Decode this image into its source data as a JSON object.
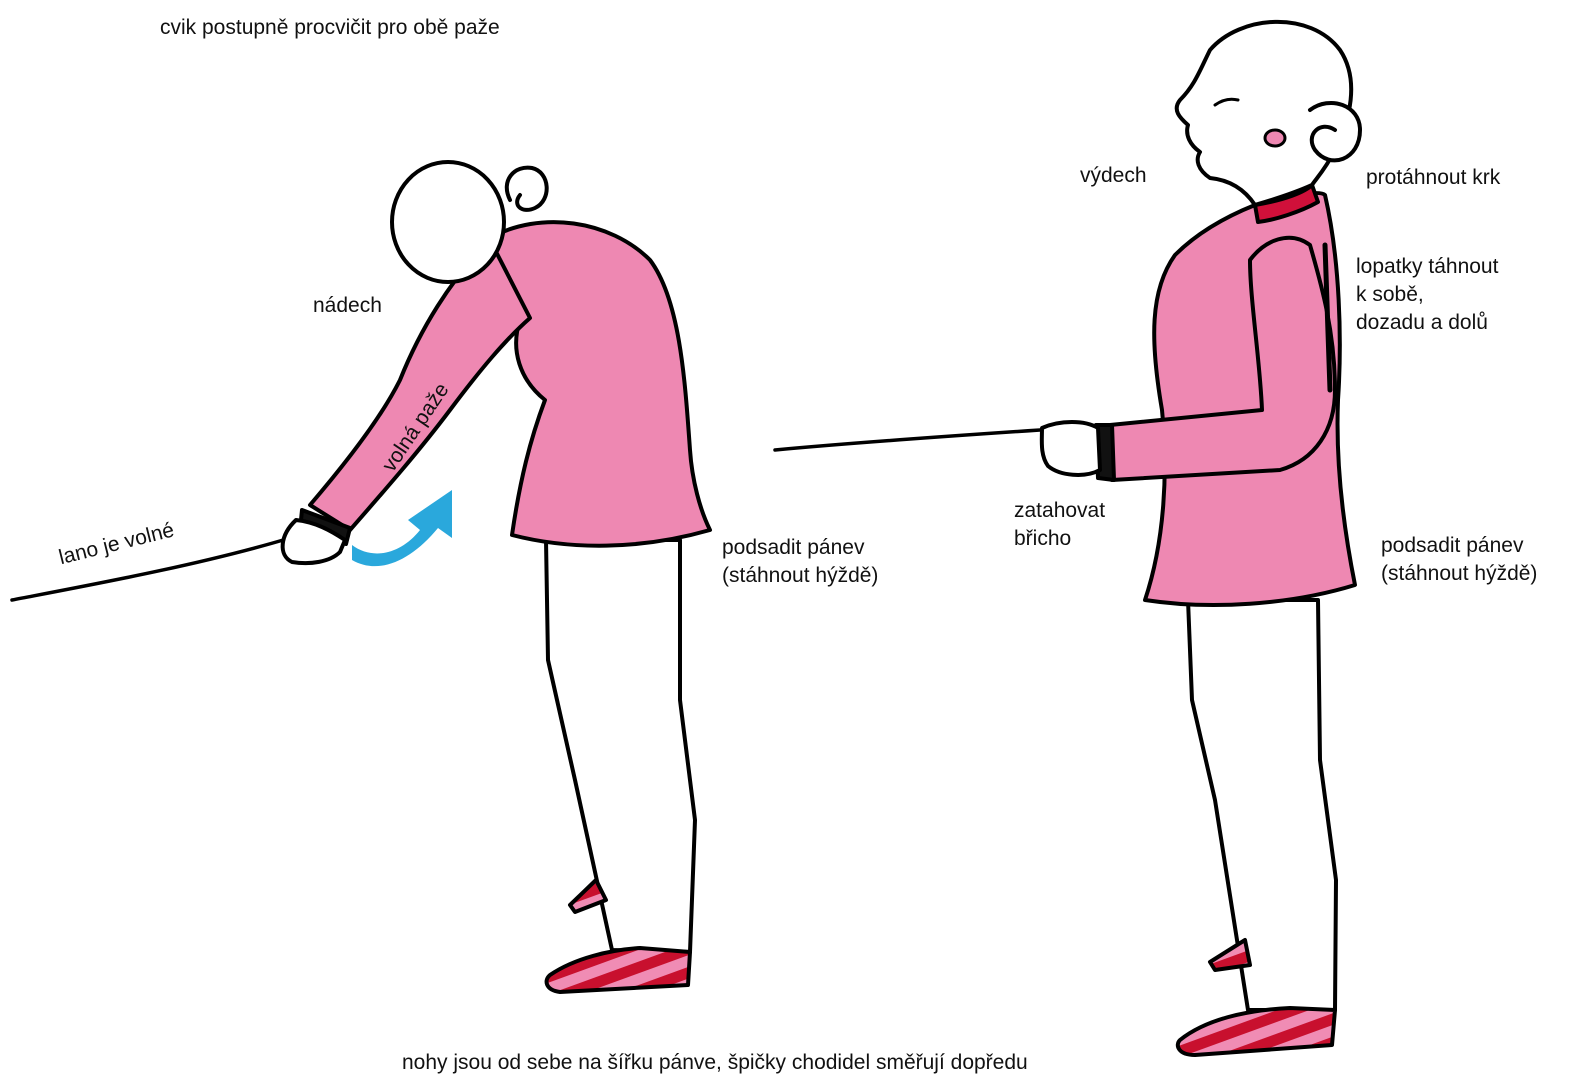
{
  "labels": {
    "top_note": "cvik postupně procvičit pro obě paže",
    "bottom_note": "nohy jsou od sebe na šířku pánve, špičky chodidel směřují dopředu",
    "inhale": "nádech",
    "free_arm": "volná paže",
    "loose_rope": "lano je volné",
    "pelvis_left_1": "podsadit pánev",
    "pelvis_left_2": "(stáhnout hýždě)",
    "exhale": "výdech",
    "stretch_neck": "protáhnout krk",
    "shoulder_blades_1": "lopatky táhnout",
    "shoulder_blades_2": "k sobě,",
    "shoulder_blades_3": "dozadu a dolů",
    "belly_1": "zatahovat",
    "belly_2": "břicho",
    "pelvis_right_1": "podsadit pánev",
    "pelvis_right_2": "(stáhnout hýždě)"
  },
  "colors": {
    "shirt": "#ee88b2",
    "collar": "#d0103a",
    "sock_red": "#c8102e",
    "sock_pink": "#f08cb4",
    "arrow": "#2aa8dc",
    "outline": "#000000"
  }
}
